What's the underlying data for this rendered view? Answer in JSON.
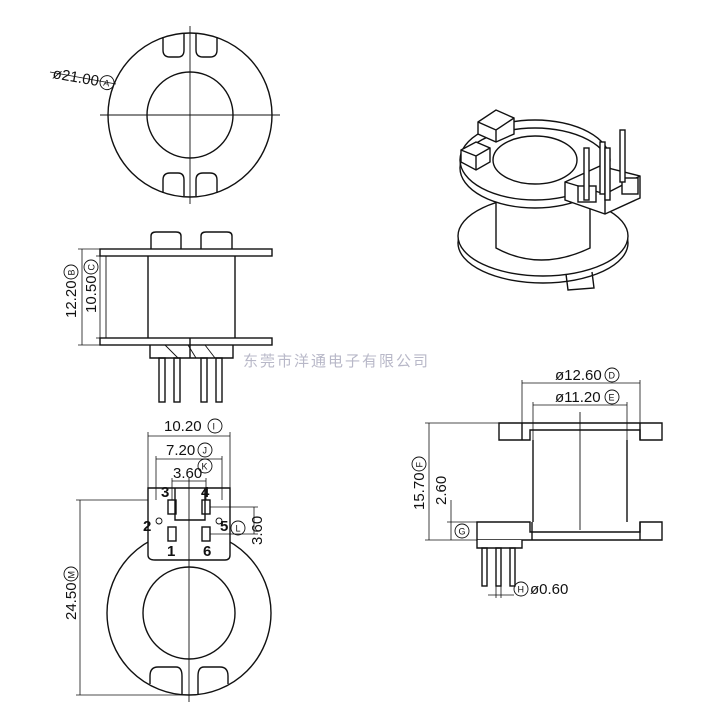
{
  "watermark": "东莞市洋通电子有限公司",
  "dimensions": {
    "top_diameter": {
      "value": "ø21.00",
      "ref": "A"
    },
    "height_outer": {
      "value": "12.20",
      "ref": "B"
    },
    "height_inner": {
      "value": "10.50",
      "ref": "C"
    },
    "flange_diameter": {
      "value": "ø12.60",
      "ref": "D"
    },
    "bore_diameter": {
      "value": "ø11.20",
      "ref": "E"
    },
    "total_height": {
      "value": "15.70",
      "ref": "F"
    },
    "base_height": {
      "value": "2.60",
      "ref": ""
    },
    "side_ref": {
      "value": "",
      "ref": "G"
    },
    "pin_diameter": {
      "value": "ø0.60",
      "ref": "H"
    },
    "pin_span_outer": {
      "value": "10.20",
      "ref": "I"
    },
    "pin_span_mid": {
      "value": "7.20",
      "ref": "J"
    },
    "pin_span_inner": {
      "value": "3.60",
      "ref": "K"
    },
    "pin_row_gap": {
      "value": "3.60",
      "ref": "L"
    },
    "bottom_length": {
      "value": "24.50",
      "ref": "M"
    }
  },
  "pins": [
    "1",
    "2",
    "3",
    "4",
    "5",
    "6"
  ]
}
